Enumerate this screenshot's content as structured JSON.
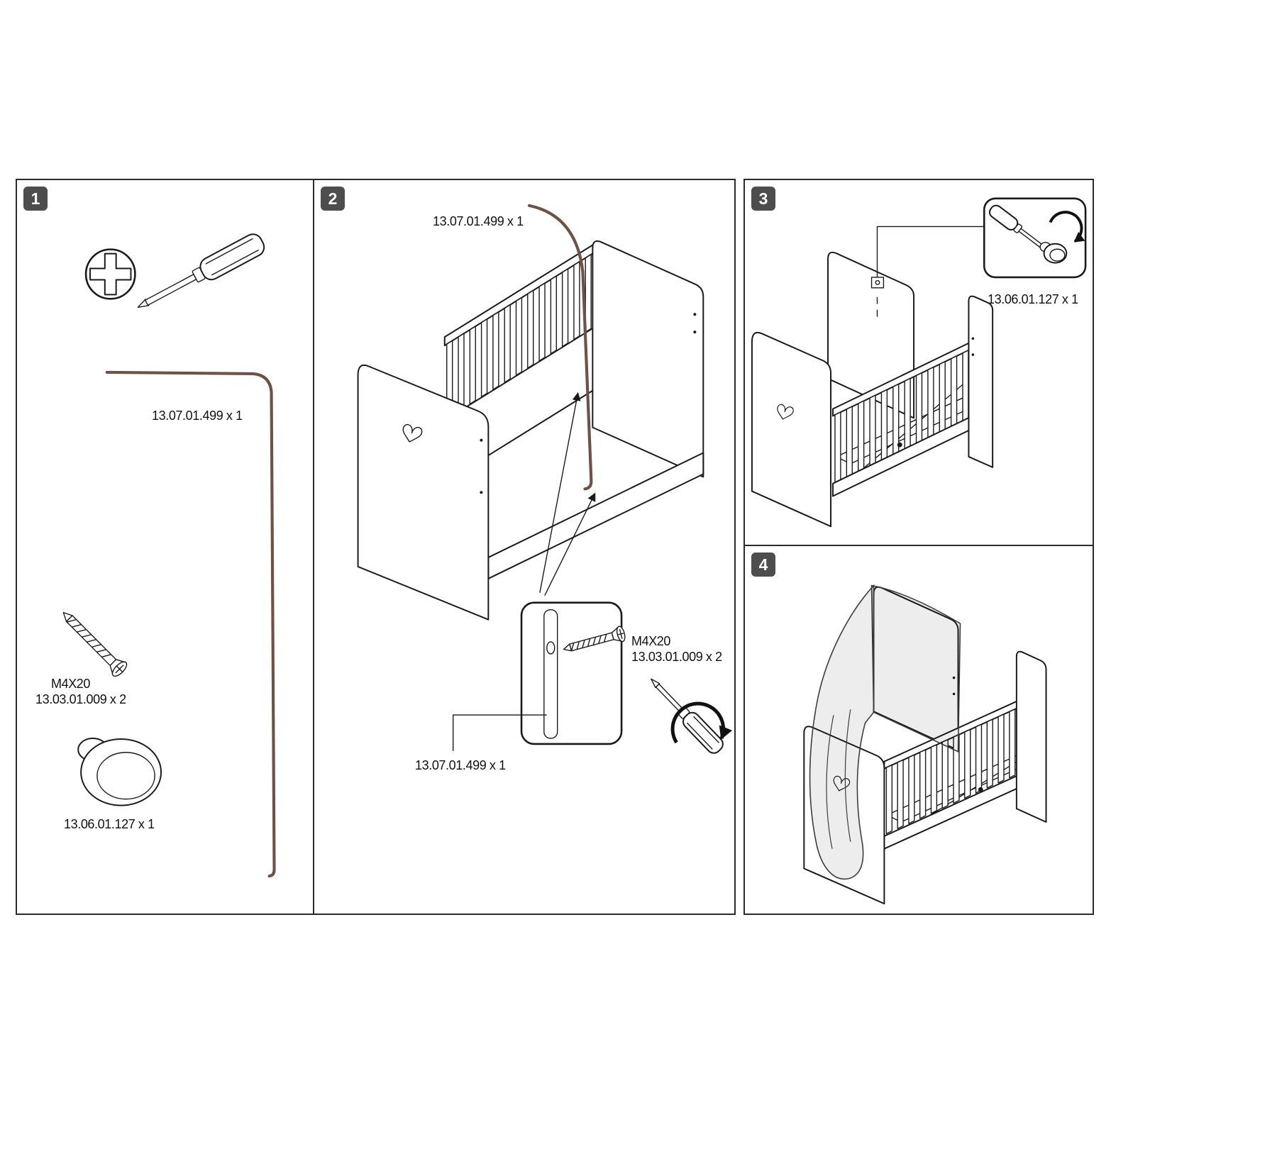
{
  "colors": {
    "line": "#1a1a1a",
    "badge": "#4d4d4d",
    "rod": "#6e5247"
  },
  "icons": {
    "phillips_head": "phillips-head-circle",
    "screwdriver": "phillips-screwdriver",
    "rod": "bent-metal-rod",
    "screw": "countersunk-screw",
    "knob": "round-knob",
    "crib": "baby-crib",
    "canopy": "canopy-net",
    "rotate": "clockwise-rotation-arrow"
  },
  "steps": [
    {
      "number": "1",
      "labels": {
        "rod": "13.07.01.499 x 1",
        "screw_size": "M4X20",
        "screw_part": "13.03.01.009 x 2",
        "knob": "13.06.01.127 x 1"
      }
    },
    {
      "number": "2",
      "labels": {
        "rod_top": "13.07.01.499 x 1",
        "screw_size": "M4X20",
        "screw_part": "13.03.01.009 x 2",
        "rod_bottom": "13.07.01.499 x 1"
      }
    },
    {
      "number": "3",
      "labels": {
        "knob": "13.06.01.127 x 1"
      }
    },
    {
      "number": "4",
      "labels": {}
    }
  ]
}
